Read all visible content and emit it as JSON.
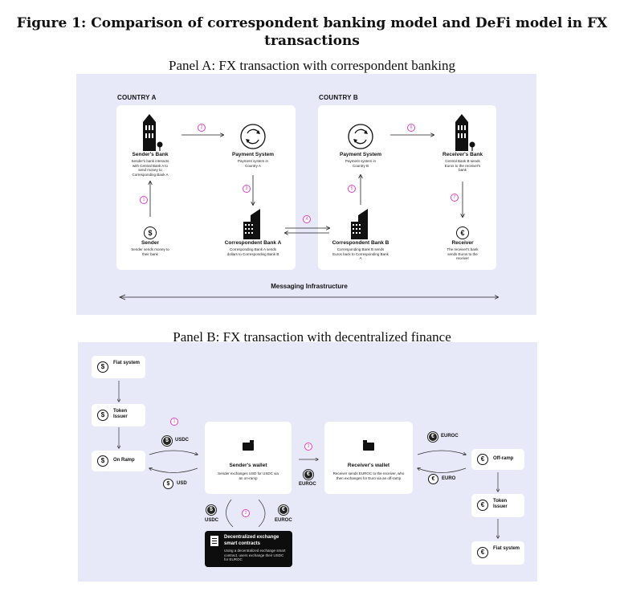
{
  "figure": {
    "title_line1": "Figure 1: Comparison of correspondent banking model and DeFi model in FX",
    "title_line2": "transactions"
  },
  "panel_a": {
    "title": "Panel A: FX transaction with correspondent banking",
    "country_a": "COUNTRY A",
    "country_b": "COUNTRY B",
    "messaging": "Messaging Infrastructure",
    "nodes": {
      "senders_bank": {
        "label": "Sender's Bank",
        "desc": "Sender's bank interacts with Central Bank A to send money to Corresponding Bank A"
      },
      "payment_system_a": {
        "label": "Payment System",
        "desc": "Payment system in Country A"
      },
      "sender": {
        "label": "Sender",
        "desc": "Sender sends money to their bank"
      },
      "correspondent_bank_a": {
        "label": "Correspondent Bank A",
        "desc": "Corresponding Bank A sends dollars to Corresponding Bank B"
      },
      "payment_system_b": {
        "label": "Payment System",
        "desc": "Payment system in Country B"
      },
      "receivers_bank": {
        "label": "Receiver's Bank",
        "desc": "Central Bank B sends Euros to the receiver's bank"
      },
      "correspondent_bank_b": {
        "label": "Correspondent Bank B",
        "desc": "Corresponding Bank B sends Euros back to Corresponding Bank A"
      },
      "receiver": {
        "label": "Receiver",
        "desc": "The receiver's bank sends Euros to the receiver"
      }
    },
    "steps": {
      "s1": "1",
      "s2": "2",
      "s3": "3",
      "s4": "4",
      "s5": "5",
      "s6": "6",
      "s7": "7"
    },
    "symbols": {
      "dollar": "$",
      "euro": "€"
    }
  },
  "panel_b": {
    "title": "Panel B: FX transaction with decentralized finance",
    "left": {
      "fiat_system": "Fiat system",
      "token_issuer": "Token Issuer",
      "on_ramp": "On Ramp"
    },
    "right": {
      "off_ramp": "Off-ramp",
      "token_issuer": "Token Issuer",
      "fiat_system": "Fiat system"
    },
    "senders_wallet": {
      "label": "Sender's wallet",
      "desc": "Sender exchanges USD for USDC via an on-ramp"
    },
    "receivers_wallet": {
      "label": "Receiver's wallet",
      "desc": "Receiver sends EUROC to the receiver, who then exchanges for Euro via an off-ramp"
    },
    "dex": {
      "title": "Decentralized exchange smart contracts",
      "desc": "Using a decentralized exchange smart contract, users exchange their USDC for EUROC"
    },
    "tokens": {
      "usdc": "USDC",
      "usd": "USD",
      "euroc": "EUROC",
      "euro": "EURO"
    },
    "steps": {
      "s1": "1",
      "s2": "2",
      "s3": "3"
    },
    "symbols": {
      "dollar": "$",
      "euro": "€"
    }
  }
}
